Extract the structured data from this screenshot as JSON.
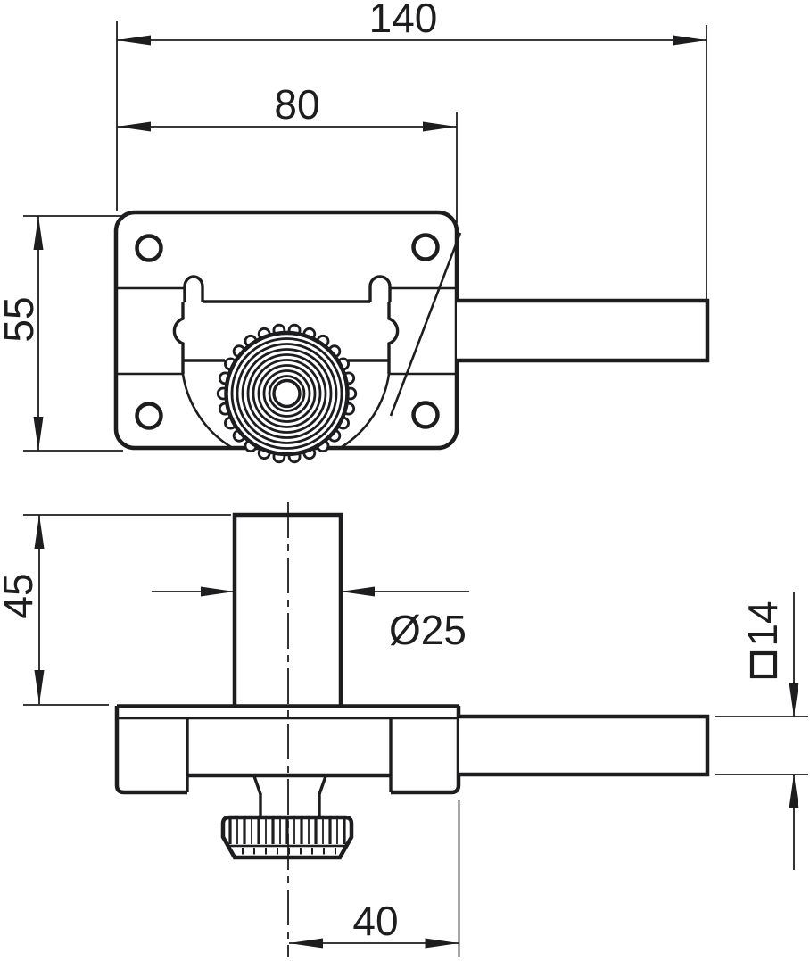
{
  "drawing_type": "technical-dimension-drawing",
  "views": {
    "top_view": "plate with screw holes, slide bolt, knurled cam knob and square bar",
    "front_view": "column on plate with knurled adjuster wheel and square bar"
  },
  "dims": {
    "total_width": {
      "label": "140"
    },
    "plate_width": {
      "label": "80"
    },
    "plate_height": {
      "label": "55"
    },
    "column_height": {
      "label": "45"
    },
    "column_diameter": {
      "label": "Ø25"
    },
    "bar_square": {
      "label": "□14",
      "symbol": "□",
      "value": "14"
    },
    "foot_offset": {
      "label": "40"
    }
  },
  "colors": {
    "line": "#1d1d1f",
    "background": "#ffffff"
  }
}
